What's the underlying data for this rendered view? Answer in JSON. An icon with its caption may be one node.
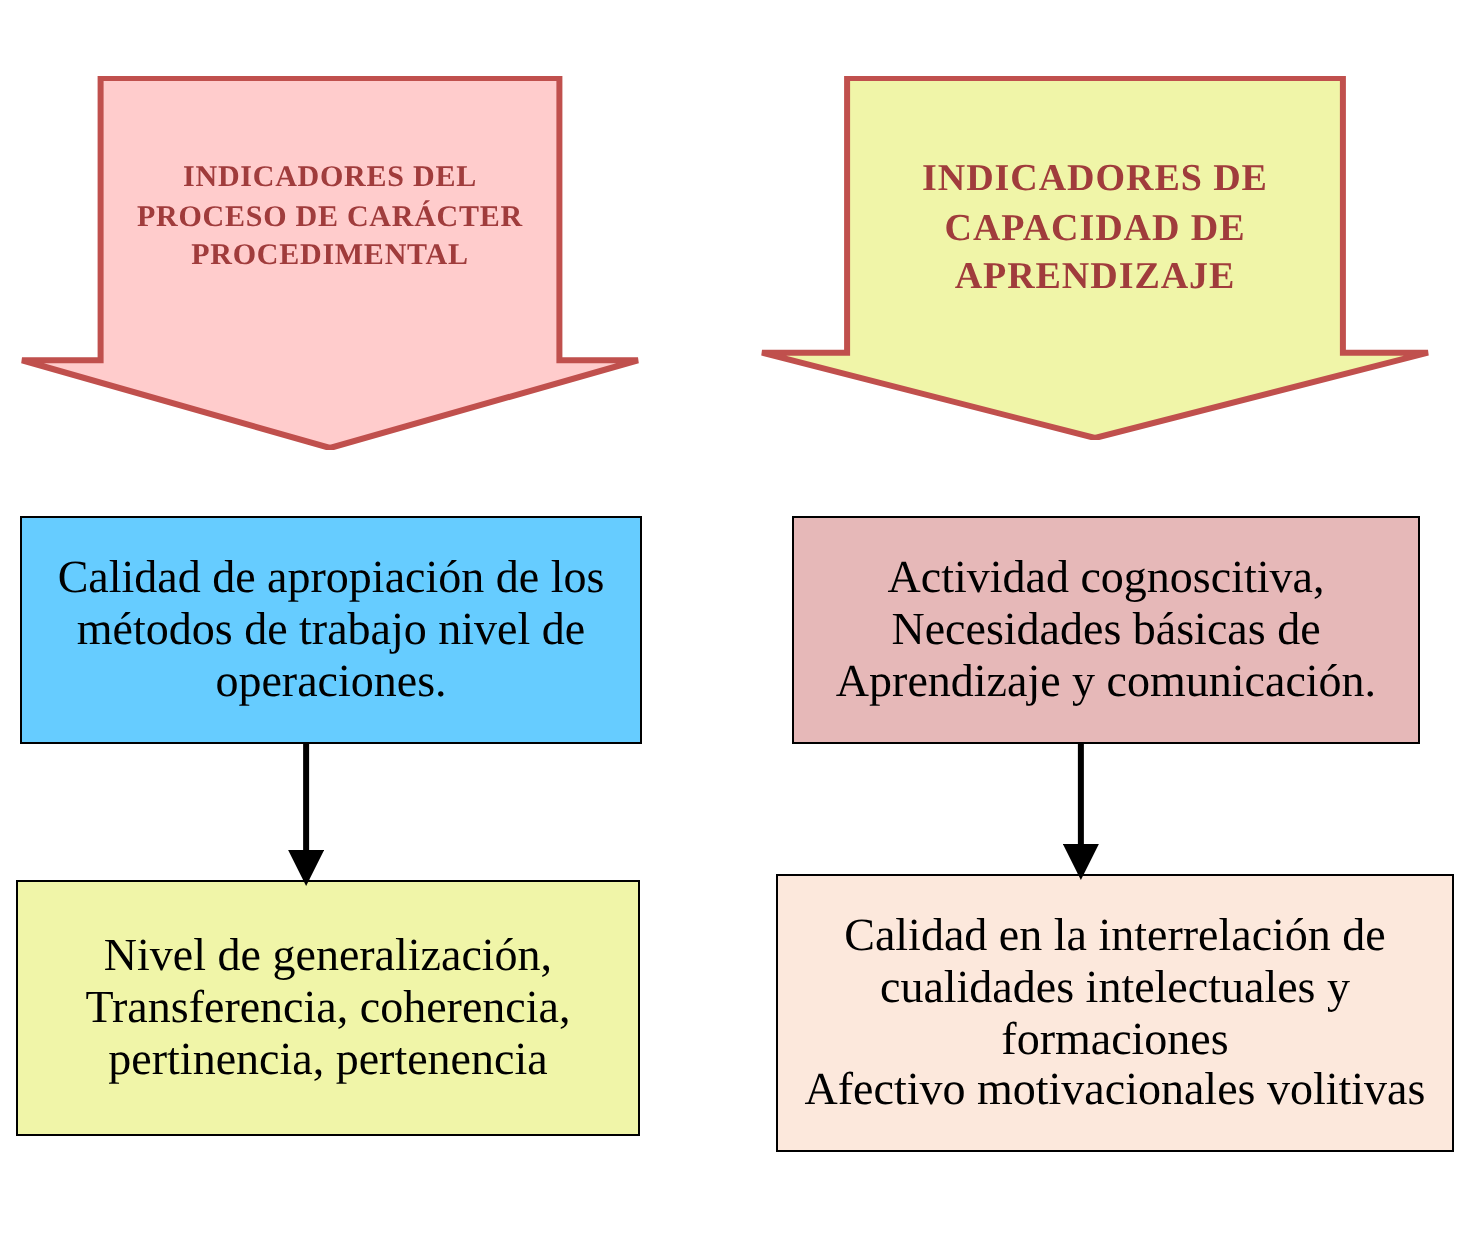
{
  "diagram": {
    "nodes": [
      {
        "text": [
          "INDICADORES DEL PROCESO DE CARÁCTER PROCEDIMENTAL"
        ]
      },
      {
        "text": [
          "INDICADORES DE CAPACIDAD DE APRENDIZAJE"
        ]
      },
      {
        "text": [
          "Calidad de apropiación de los métodos de trabajo nivel de operaciones."
        ]
      },
      {
        "text": [
          "Actividad cognoscitiva, Necesidades básicas de Aprendizaje y comunicación."
        ]
      },
      {
        "text": [
          "Nivel de generalización, Transferencia, coherencia, pertinencia, pertenencia"
        ]
      },
      {
        "text": [
          "Calidad en la interrelación de cualidades intelectuales y formaciones",
          "Afectivo motivacionales volitivas"
        ]
      }
    ],
    "edges": [
      {
        "from": 2,
        "to": 4,
        "arrow": "to"
      },
      {
        "from": 3,
        "to": 5,
        "arrow": "to"
      }
    ]
  }
}
